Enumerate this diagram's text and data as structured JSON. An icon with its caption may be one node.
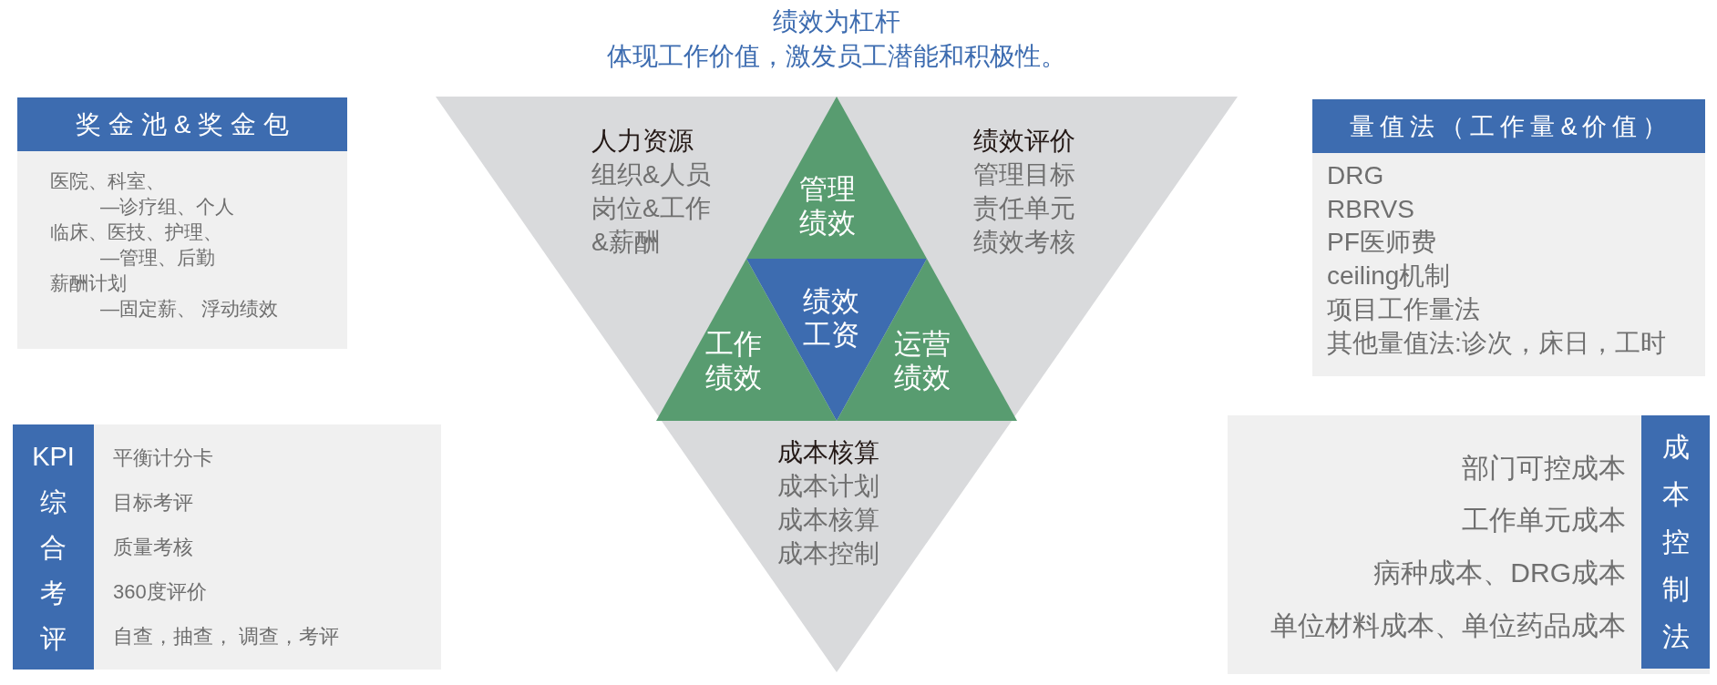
{
  "diagram": {
    "title": "绩效为杠杆",
    "nodes": [
      {
        "text": [
          "奖金池&奖金包",
          "医院、科室、",
          "—诊疗组、个人",
          "临床、医技、护理、",
          "—管理、后勤",
          "薪酬计划",
          "—固定薪、 浮动绩效"
        ]
      },
      {
        "text": [
          "KPI综合考评",
          "平衡计分卡",
          "目标考评",
          "质量考核",
          "360度评价",
          "自查，抽查， 调查，考评"
        ]
      },
      {
        "text": [
          "人力资源",
          "组织&人员",
          "岗位&工作",
          "&薪酬",
          "绩效评价",
          "管理目标",
          "责任单元",
          "绩效考核",
          "成本核算",
          "成本计划",
          "成本核算",
          "成本控制"
        ]
      },
      {
        "text": [
          "管理绩效"
        ],
        "in": 2
      },
      {
        "text": [
          "绩效工资"
        ],
        "in": 2
      },
      {
        "text": [
          "工作绩效"
        ],
        "in": 2
      },
      {
        "text": [
          "运营绩效"
        ],
        "in": 2
      },
      {
        "text": [
          "量值法（工作量&价值）",
          "DRG",
          "RBRVS",
          "PF医师费",
          "ceiling机制",
          "项目工作量法",
          "其他量值法:诊次，床日，工时"
        ]
      },
      {
        "text": [
          "成本控制法",
          "部门可控成本",
          "工作单元成本",
          "病种成本、DRG成本",
          "单位材料成本、单位药品成本"
        ]
      }
    ],
    "labels": [
      "体现工作价值，激发员工潜能和积极性。"
    ]
  }
}
